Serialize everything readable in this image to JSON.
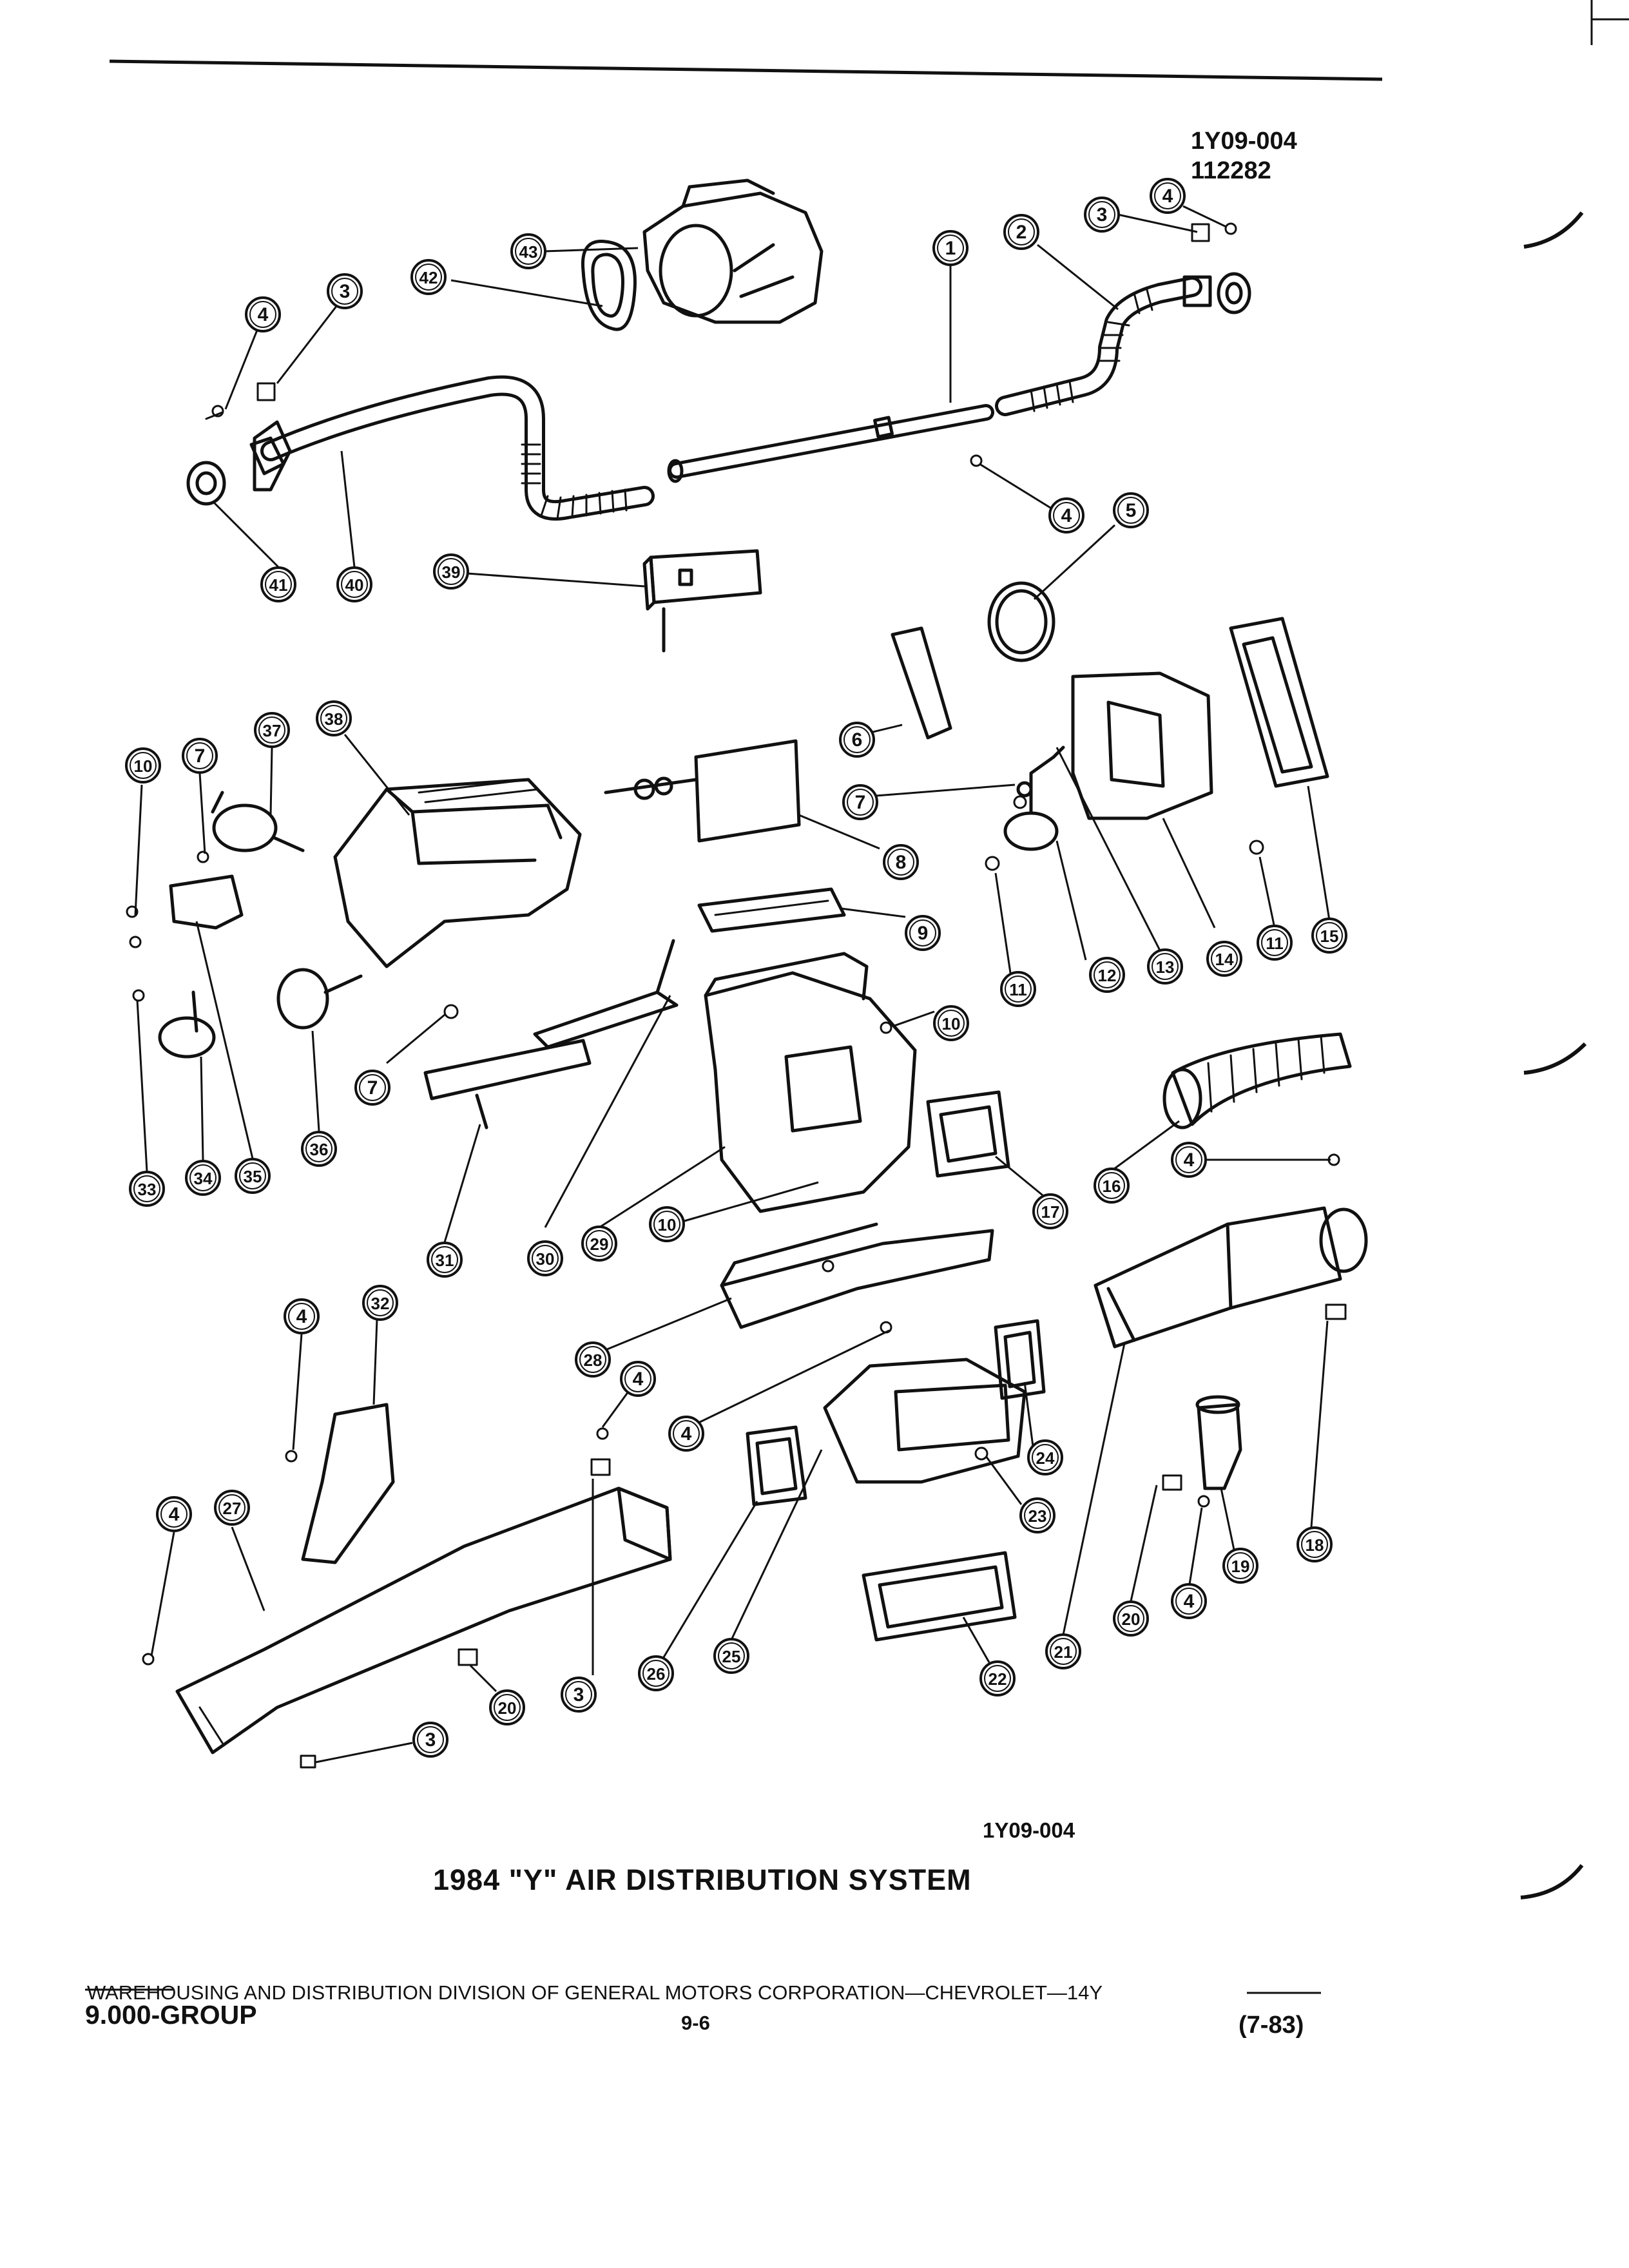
{
  "figure": {
    "ref_top": "1Y09-004",
    "ref_date": "112282",
    "ref_bottom": "1Y09-004",
    "title": "1984 \"Y\" AIR DISTRIBUTION SYSTEM"
  },
  "footer": {
    "line": "WAREHOUSING AND DISTRIBUTION  DIVISION OF GENERAL MOTORS CORPORATION—CHEVROLET—14Y",
    "group": "9.000-GROUP",
    "page": "9-6",
    "date": "(7-83)"
  },
  "callouts": [
    {
      "id": "c1",
      "label": "1"
    },
    {
      "id": "c2",
      "label": "2"
    },
    {
      "id": "c3a",
      "label": "3"
    },
    {
      "id": "c4a",
      "label": "4"
    },
    {
      "id": "c4b",
      "label": "4"
    },
    {
      "id": "c3b",
      "label": "3"
    },
    {
      "id": "c42",
      "label": "42"
    },
    {
      "id": "c43",
      "label": "43"
    },
    {
      "id": "c41",
      "label": "41"
    },
    {
      "id": "c40",
      "label": "40"
    },
    {
      "id": "c4c",
      "label": "4"
    },
    {
      "id": "c5",
      "label": "5"
    },
    {
      "id": "c39",
      "label": "39"
    },
    {
      "id": "c10a",
      "label": "10"
    },
    {
      "id": "c7a",
      "label": "7"
    },
    {
      "id": "c37",
      "label": "37"
    },
    {
      "id": "c38",
      "label": "38"
    },
    {
      "id": "c6",
      "label": "6"
    },
    {
      "id": "c7b",
      "label": "7"
    },
    {
      "id": "c8",
      "label": "8"
    },
    {
      "id": "c9",
      "label": "9"
    },
    {
      "id": "c10b",
      "label": "10"
    },
    {
      "id": "c11a",
      "label": "11"
    },
    {
      "id": "c12",
      "label": "12"
    },
    {
      "id": "c13",
      "label": "13"
    },
    {
      "id": "c14",
      "label": "14"
    },
    {
      "id": "c11b",
      "label": "11"
    },
    {
      "id": "c15",
      "label": "15"
    },
    {
      "id": "c7c",
      "label": "7"
    },
    {
      "id": "c36",
      "label": "36"
    },
    {
      "id": "c33",
      "label": "33"
    },
    {
      "id": "c34",
      "label": "34"
    },
    {
      "id": "c35",
      "label": "35"
    },
    {
      "id": "c31",
      "label": "31"
    },
    {
      "id": "c30",
      "label": "30"
    },
    {
      "id": "c29",
      "label": "29"
    },
    {
      "id": "c10c",
      "label": "10"
    },
    {
      "id": "c17",
      "label": "17"
    },
    {
      "id": "c16",
      "label": "16"
    },
    {
      "id": "c4d",
      "label": "4"
    },
    {
      "id": "c4e",
      "label": "4"
    },
    {
      "id": "c32",
      "label": "32"
    },
    {
      "id": "c28",
      "label": "28"
    },
    {
      "id": "c4f",
      "label": "4"
    },
    {
      "id": "c4g",
      "label": "4"
    },
    {
      "id": "c24",
      "label": "24"
    },
    {
      "id": "c23",
      "label": "23"
    },
    {
      "id": "c4h",
      "label": "4"
    },
    {
      "id": "c27",
      "label": "27"
    },
    {
      "id": "c26",
      "label": "26"
    },
    {
      "id": "c25",
      "label": "25"
    },
    {
      "id": "c22",
      "label": "22"
    },
    {
      "id": "c21",
      "label": "21"
    },
    {
      "id": "c20a",
      "label": "20"
    },
    {
      "id": "c4i",
      "label": "4"
    },
    {
      "id": "c19",
      "label": "19"
    },
    {
      "id": "c18",
      "label": "18"
    },
    {
      "id": "c3c",
      "label": "3"
    },
    {
      "id": "c20b",
      "label": "20"
    },
    {
      "id": "c3d",
      "label": "3"
    }
  ]
}
